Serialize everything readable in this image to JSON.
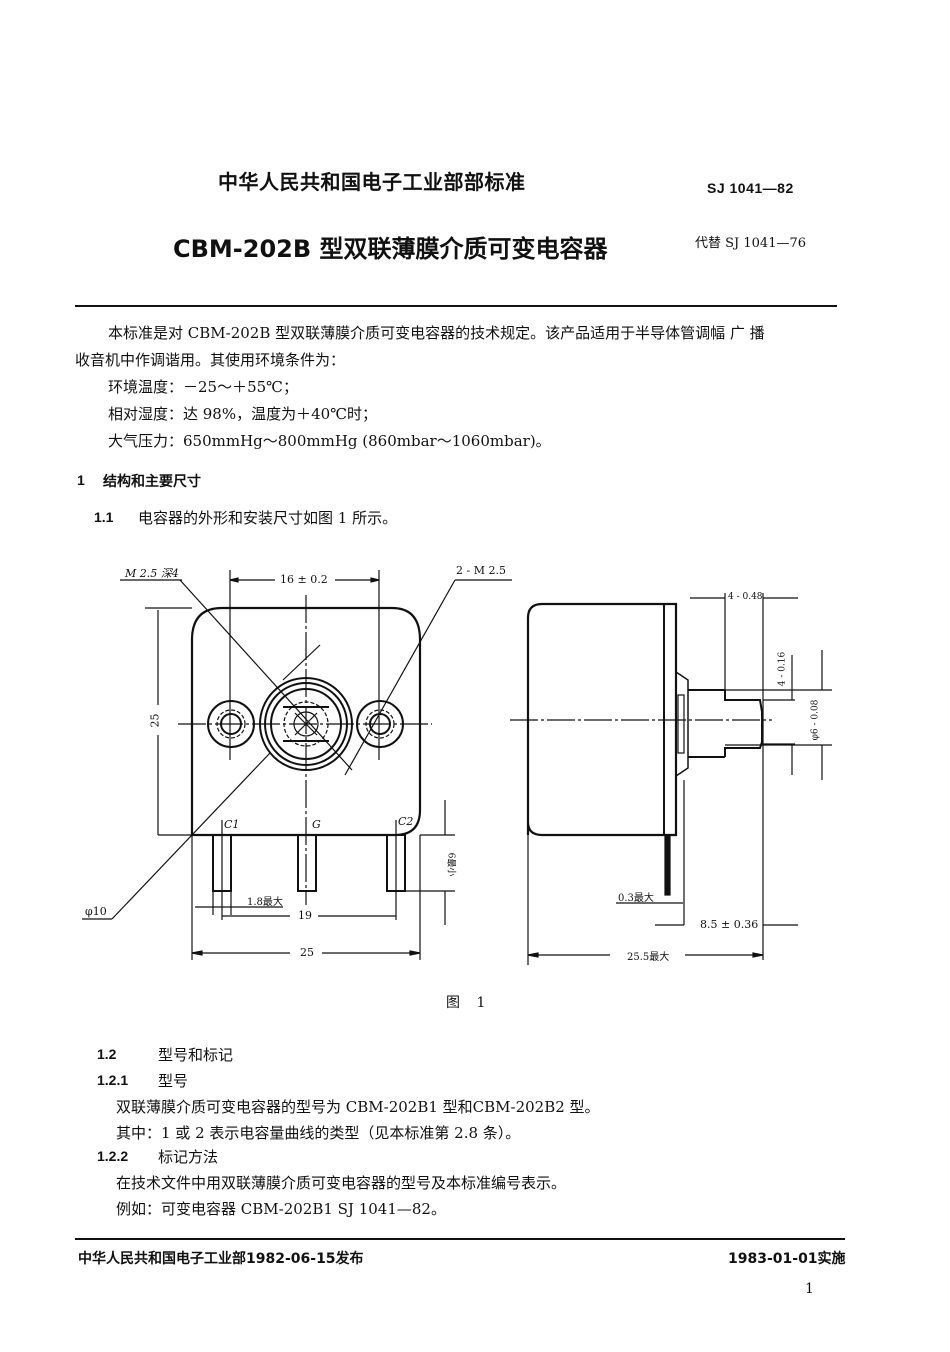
{
  "header": {
    "issuer": "中华人民共和国电子工业部部标准",
    "standard_code": "SJ 1041—82",
    "title": "CBM-202B 型双联薄膜介质可变电容器",
    "replaces": "代替 SJ 1041—76"
  },
  "intro": {
    "paragraph_line1": "本标准是对 CBM-202B 型双联薄膜介质可变电容器的技术规定。该产品适用于半导体管调幅 广 播",
    "paragraph_line2": "收音机中作调谐用。其使用环境条件为：",
    "conditions": [
      "环境温度：－25～＋55℃；",
      "相对湿度：达 98%，温度为＋40℃时；",
      "大气压力：650mmHg～800mmHg (860mbar～1060mbar)。"
    ]
  },
  "section1": {
    "number": "1",
    "title": "结构和主要尺寸",
    "s1_1": {
      "number": "1.1",
      "text": "电容器的外形和安装尺寸如图 1 所示。"
    }
  },
  "figure": {
    "caption": "图 1",
    "front_view": {
      "label_thread_depth": "M 2.5 深4",
      "label_two_threads": "2 - M 2.5",
      "dim_hole_spacing": "16 ± 0.2",
      "dim_height": "25",
      "dim_width": "25",
      "dim_pin_spacing": "19",
      "dim_pin_width": "1.8最大",
      "dim_pin_length": "6最小",
      "dim_diameter": "φ10",
      "pin_labels": [
        "C1",
        "G",
        "C2"
      ]
    },
    "side_view": {
      "dim_shaft_length": "4 - 0.48",
      "dim_flat": "4 - 0.16",
      "dim_shaft_diameter": "φ6 - 0.08",
      "dim_pin_thickness": "0.3最大",
      "dim_shaft_offset": "8.5 ± 0.36",
      "dim_total_depth": "25.5最大"
    }
  },
  "section1_2": {
    "number": "1.2",
    "title": "型号和标记",
    "s1_2_1": {
      "number": "1.2.1",
      "title": "型号",
      "line1": "双联薄膜介质可变电容器的型号为 CBM-202B1 型和CBM-202B2 型。",
      "line2": "其中：1 或 2 表示电容量曲线的类型（见本标准第 2.8 条）。"
    },
    "s1_2_2": {
      "number": "1.2.2",
      "title": "标记方法",
      "line1": "在技术文件中用双联薄膜介质可变电容器的型号及本标准编号表示。",
      "line2": "例如：可变电容器 CBM-202B1 SJ 1041—82。"
    }
  },
  "footer": {
    "issued": "中华人民共和国电子工业部1982-06-15发布",
    "effective": "1983-01-01实施",
    "page_number": "1"
  }
}
